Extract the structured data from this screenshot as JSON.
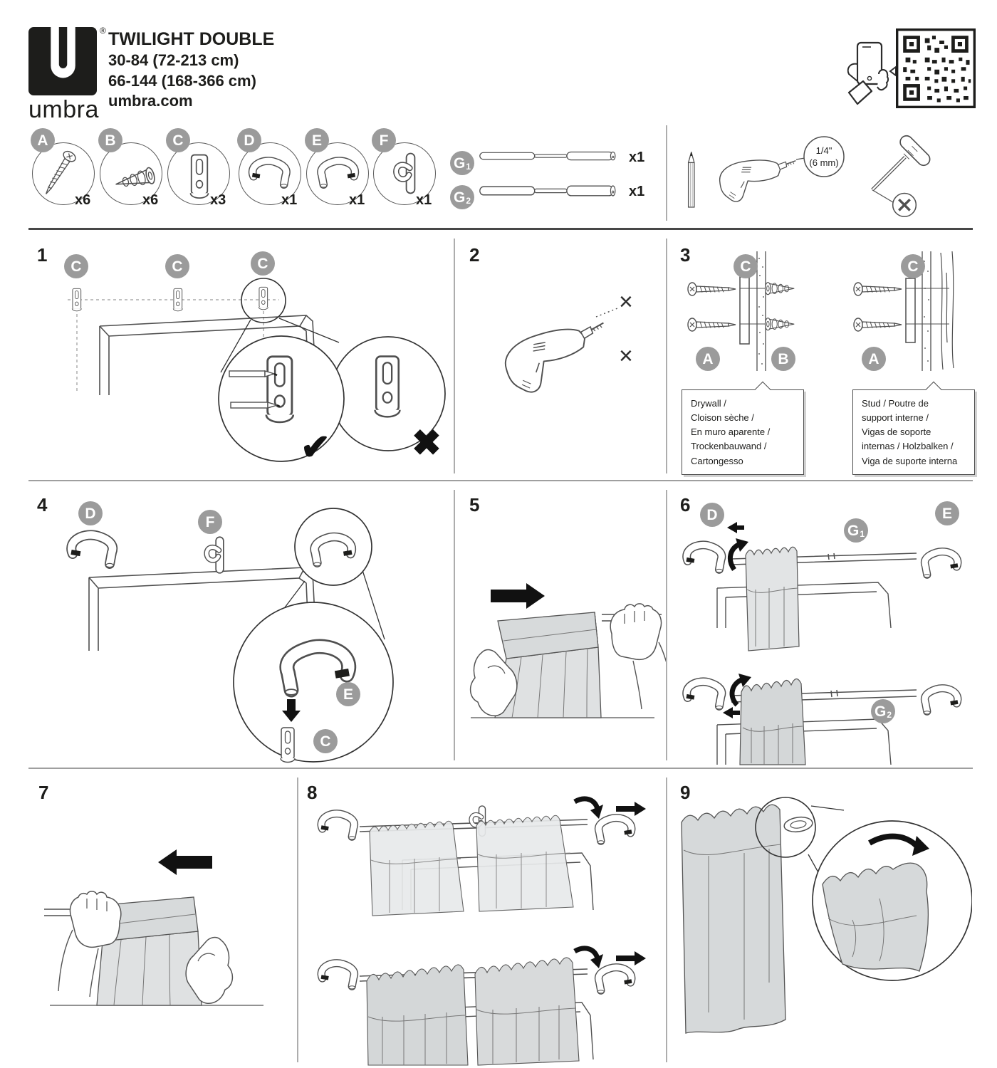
{
  "header": {
    "brand": "umbra",
    "registered": "®",
    "title": "TWILIGHT DOUBLE",
    "size_range_1": "30-84  (72-213 cm)",
    "size_range_2": "66-144  (168-366 cm)",
    "website": "umbra.com"
  },
  "parts": {
    "items": [
      {
        "letter": "A",
        "qty": "x6",
        "name": "mounting screw"
      },
      {
        "letter": "B",
        "qty": "x6",
        "name": "drywall anchor"
      },
      {
        "letter": "C",
        "qty": "x3",
        "name": "wall mount plate"
      },
      {
        "letter": "D",
        "qty": "x1",
        "name": "left double bracket"
      },
      {
        "letter": "E",
        "qty": "x1",
        "name": "right double bracket"
      },
      {
        "letter": "F",
        "qty": "x1",
        "name": "center support hook"
      }
    ],
    "rods": [
      {
        "letter": "G",
        "sub": "1",
        "qty": "x1",
        "name": "front telescoping rod"
      },
      {
        "letter": "G",
        "sub": "2",
        "qty": "x1",
        "name": "back telescoping rod"
      }
    ]
  },
  "tools": {
    "drill_bit_size_line1": "1/4\"",
    "drill_bit_size_line2": "(6 mm)"
  },
  "icons": {
    "check": "✔",
    "cross": "✖",
    "x_mark": "×"
  },
  "steps": {
    "one": {
      "num": "1",
      "badges": [
        "C",
        "C",
        "C"
      ]
    },
    "two": {
      "num": "2"
    },
    "three": {
      "num": "3",
      "left": {
        "c": "C",
        "a": "A",
        "b": "B"
      },
      "right": {
        "c": "C",
        "a": "A"
      },
      "drywall_note": [
        "Drywall /",
        "Cloison sèche /",
        "En muro aparente /",
        "Trockenbauwand /",
        "Cartongesso"
      ],
      "stud_note": [
        "Stud / Poutre de",
        "support interne /",
        "Vigas de soporte",
        "internas / Holzbalken /",
        "Viga de suporte interna"
      ]
    },
    "four": {
      "num": "4",
      "d": "D",
      "f": "F",
      "e": "E",
      "c": "C"
    },
    "five": {
      "num": "5"
    },
    "six": {
      "num": "6",
      "d": "D",
      "e": "E",
      "g1": {
        "letter": "G",
        "sub": "1"
      },
      "g2": {
        "letter": "G",
        "sub": "2"
      }
    },
    "seven": {
      "num": "7"
    },
    "eight": {
      "num": "8"
    },
    "nine": {
      "num": "9"
    }
  }
}
